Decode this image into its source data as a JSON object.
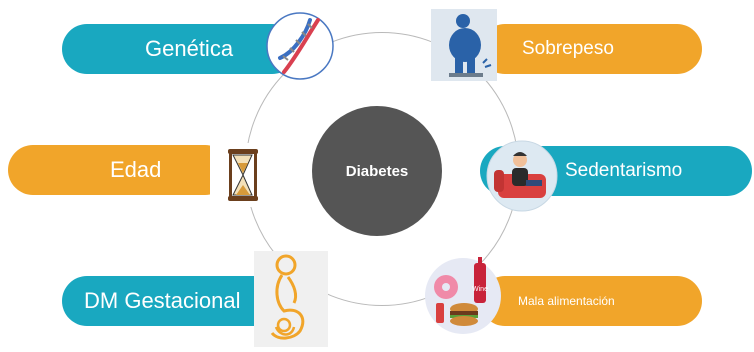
{
  "center": {
    "label": "Diabetes"
  },
  "factors": {
    "genetica": {
      "label": "Genética",
      "icon": "dna-icon",
      "color": "#19a8c0"
    },
    "sobrepeso": {
      "label": "Sobrepeso",
      "icon": "overweight-person-icon",
      "color": "#f1a52a"
    },
    "edad": {
      "label": "Edad",
      "icon": "hourglass-icon",
      "color": "#f1a52a"
    },
    "sedentarismo": {
      "label": "Sedentarismo",
      "icon": "sedentary-person-icon",
      "color": "#19a8c0"
    },
    "dm_gestacional": {
      "label": "DM Gestacional",
      "icon": "pregnant-woman-icon",
      "color": "#19a8c0"
    },
    "mala_alimentacion": {
      "label": "Mala alimentación",
      "icon": "junk-food-icon",
      "color": "#f1a52a"
    }
  },
  "icon_text": {
    "wine": "Wine"
  }
}
